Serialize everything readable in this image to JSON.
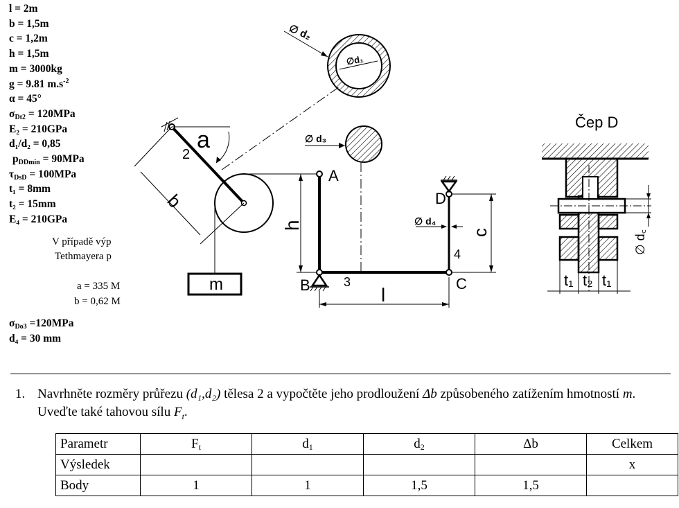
{
  "params": {
    "l": "l = 2m",
    "b": "b = 1,5m",
    "c": "c = 1,2m",
    "h": "h = 1,5m",
    "m": "m = 3000kg",
    "g_main": "g = 9.81 m.s",
    "g_exp": "-2",
    "alpha": "α = 45°",
    "sigma_main": "σ",
    "sigma_sub": "Dt2",
    "sigma_val": " = 120MPa",
    "e2": "E₂ = 210GPa",
    "ratio": "d₁/d₂ = 0,85",
    "p_main": "p",
    "p_sub": "DDmin",
    "p_val": " = 90MPa",
    "tau_main": "τ",
    "tau_sub": "DsD",
    "tau_val": " = 100MPa",
    "t1": "t₁ = 8mm",
    "t2": "t₂ = 15mm",
    "e4": "E₄ = 210GPa"
  },
  "clipped": {
    "line1": "V případě výp",
    "line2": "Tethmayera p",
    "a": "a = 335 M",
    "b": "b = 0,62 M"
  },
  "bottom": {
    "sigma_main": "σ",
    "sigma_sub": "Do3",
    "sigma_val": " =120MPa",
    "d4": "d₄ = 30 mm"
  },
  "figure": {
    "alpha_label": "a",
    "rod2": "2",
    "b_label": "b",
    "mass": "m",
    "d2": "∅ d₂",
    "d1": "∅d₁",
    "d3": "∅ d₃",
    "A": "A",
    "B": "B",
    "C": "C",
    "D": "D",
    "h": "h",
    "l": "l",
    "c": "c",
    "n3": "3",
    "n4": "4",
    "d4": "∅ d₄",
    "detail_title": "Čep D",
    "dc": "∅ d꜀",
    "t1a": "t₁",
    "t2": "t₂",
    "t1b": "t₁"
  },
  "task": {
    "number": "1.",
    "text_a": "Navrhněte rozměry průřezu ",
    "text_b": "(d₁,d₂)",
    "text_c": " tělesa 2 a vypočtěte jeho prodloužení ",
    "text_d": "Δb",
    "text_e": " způsobeného zatížením hmotností ",
    "text_f": "m",
    "text_g": ". Uveďte také tahovou sílu ",
    "text_h": "F",
    "text_i": "t",
    "text_j": "."
  },
  "table": {
    "header": [
      "Parametr",
      "F",
      "d",
      "d",
      "Δb",
      "Celkem"
    ],
    "header_subs": [
      "",
      "t",
      "1",
      "2",
      "",
      ""
    ],
    "row1": [
      "Výsledek",
      "",
      "",
      "",
      "",
      "x"
    ],
    "row2": [
      "Body",
      "1",
      "1",
      "1,5",
      "1,5",
      ""
    ]
  }
}
